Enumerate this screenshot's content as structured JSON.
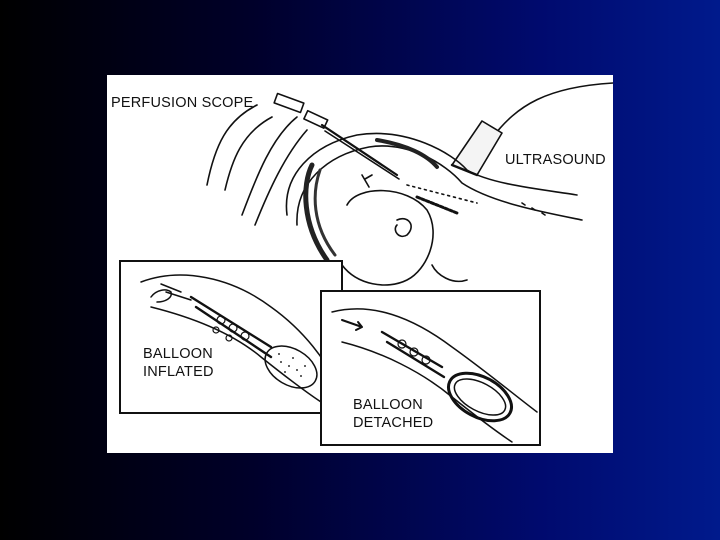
{
  "figure": {
    "labels": {
      "perfusion_scope": "PERFUSION SCOPE",
      "ultrasound": "ULTRASOUND",
      "balloon_inflated_line1": "BALLOON",
      "balloon_inflated_line2": "INFLATED",
      "balloon_detached_line1": "BALLOON",
      "balloon_detached_line2": "DETACHED"
    }
  },
  "colors": {
    "background_left": "#000000",
    "background_right": "#001a8c",
    "panel": "#ffffff",
    "ink": "#111111"
  }
}
